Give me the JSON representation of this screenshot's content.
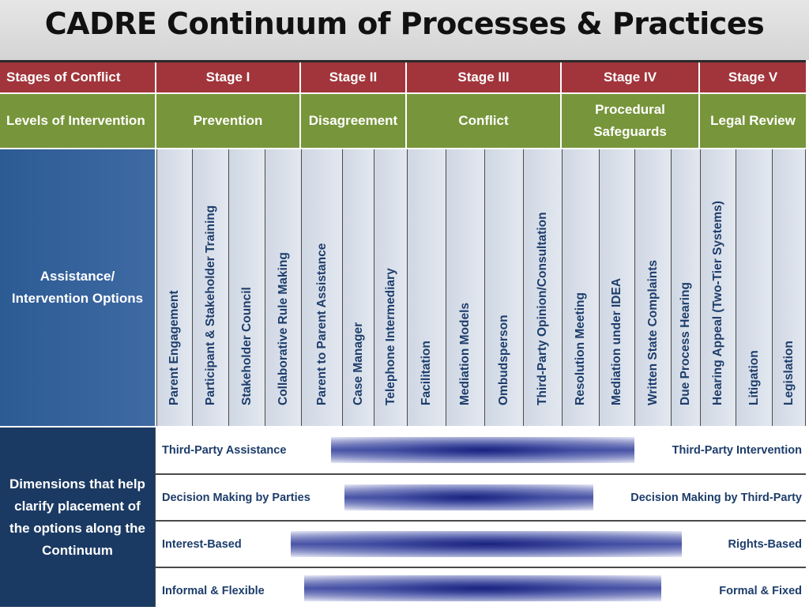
{
  "title": "CADRE Continuum of Processes & Practices",
  "rows": {
    "stages_label": "Stages of Conflict",
    "levels_label": "Levels of Intervention",
    "assistance_label_line1": "Assistance/",
    "assistance_label_line2": "Intervention Options",
    "dimensions_label_lines": [
      "Dimensions that help",
      "clarify placement of",
      "the options along the",
      "Continuum"
    ]
  },
  "stages": [
    "Stage I",
    "Stage II",
    "Stage III",
    "Stage IV",
    "Stage V"
  ],
  "levels": [
    {
      "line1": "Prevention",
      "line2": ""
    },
    {
      "line1": "Disagreement",
      "line2": ""
    },
    {
      "line1": "Conflict",
      "line2": ""
    },
    {
      "line1": "Procedural",
      "line2": "Safeguards"
    },
    {
      "line1": "Legal Review",
      "line2": ""
    }
  ],
  "options": [
    "Parent Engagement",
    "Participant & Stakeholder Training",
    "Stakeholder Council",
    "Collaborative Rule Making",
    "Parent to Parent Assistance",
    "Case Manager",
    "Telephone Intermediary",
    "Facilitation",
    "Mediation Models",
    "Ombudsperson",
    "Third-Party Opinion/Consultation",
    "Resolution Meeting",
    "Mediation under IDEA",
    "Written State Complaints",
    "Due Process Hearing",
    "Hearing Appeal (Two-Tier Systems)",
    "Litigation",
    "Legislation"
  ],
  "dimensions": [
    {
      "left": "Third-Party Assistance",
      "right": "Third-Party Intervention"
    },
    {
      "left": "Decision Making by Parties",
      "right": "Decision Making by Third-Party"
    },
    {
      "left": "Interest-Based",
      "right": "Rights-Based"
    },
    {
      "left": "Informal & Flexible",
      "right": "Formal & Fixed"
    }
  ],
  "colors": {
    "stage_row": "#a1353b",
    "level_row": "#77953a",
    "assistance_label": "#2c5b94",
    "dimensions_label": "#1b3a63",
    "option_text": "#1d3d6b"
  }
}
